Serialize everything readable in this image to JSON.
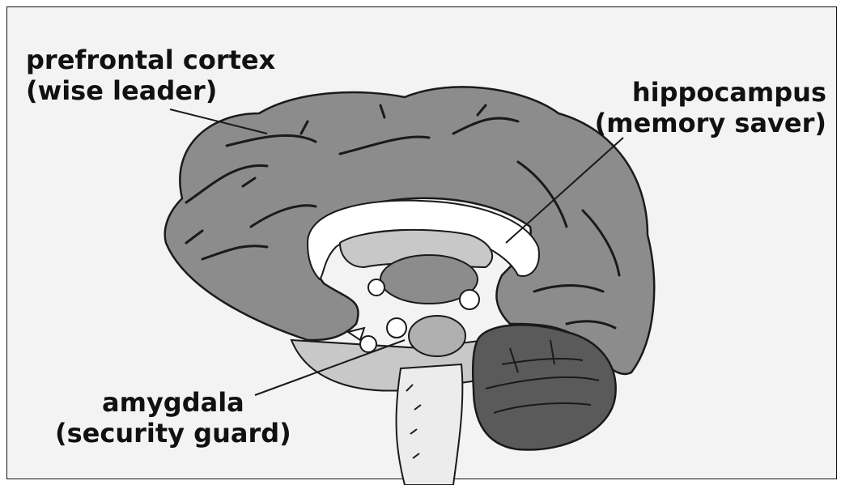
{
  "labels": {
    "prefrontal": {
      "name": "prefrontal cortex",
      "role": "(wise leader)"
    },
    "hippocampus": {
      "name": "hippocampus",
      "role": "(memory saver)"
    },
    "amygdala": {
      "name": "amygdala",
      "role": "(security guard)"
    }
  },
  "colors": {
    "background": "#f3f3f3",
    "cortex": "#8c8c8c",
    "cerebellum": "#5a5a5a",
    "light_region": "#c8c8c8",
    "white_matter": "#ffffff",
    "outline": "#1a1a1a"
  }
}
